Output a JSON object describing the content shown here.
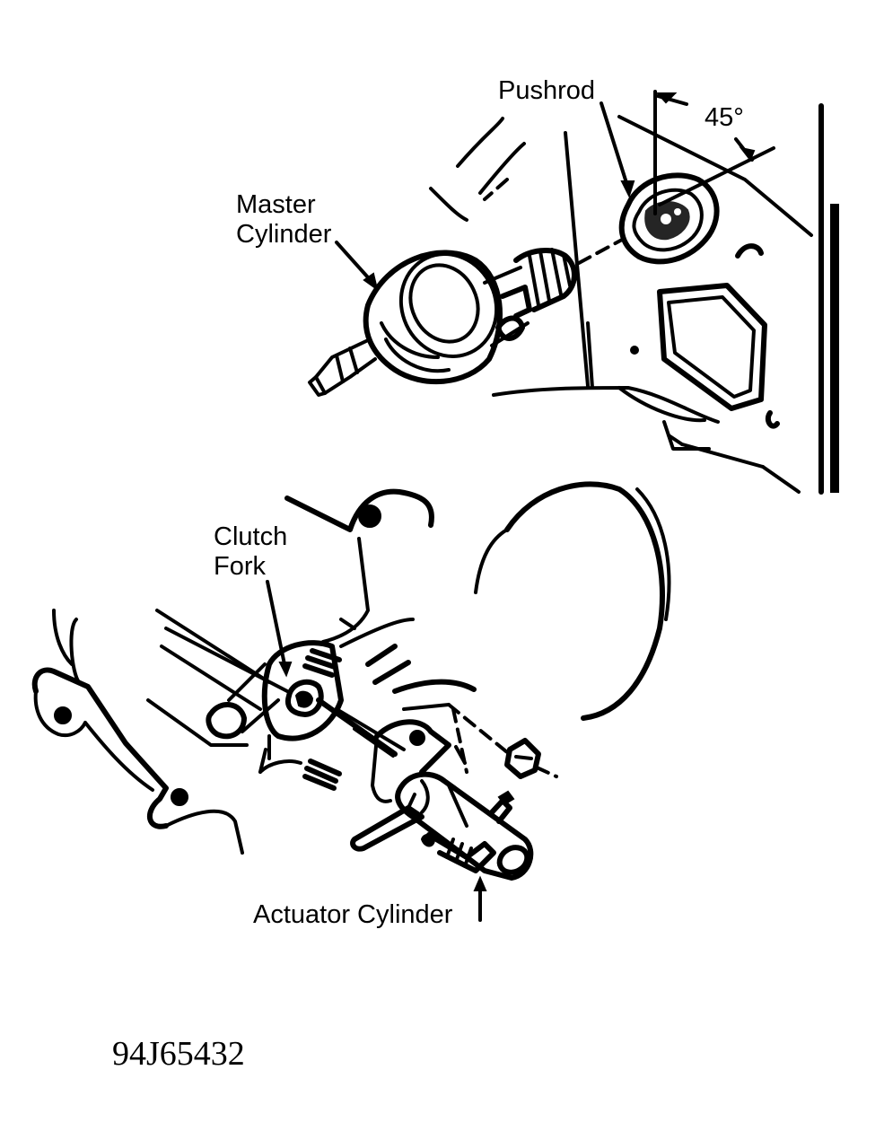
{
  "labels": {
    "pushrod": "Pushrod",
    "angle": "45°",
    "master_line1": "Master",
    "master_line2": "Cylinder",
    "clutch_line1": "Clutch",
    "clutch_line2": "Fork",
    "actuator": "Actuator Cylinder"
  },
  "figure_code": "94J65432"
}
